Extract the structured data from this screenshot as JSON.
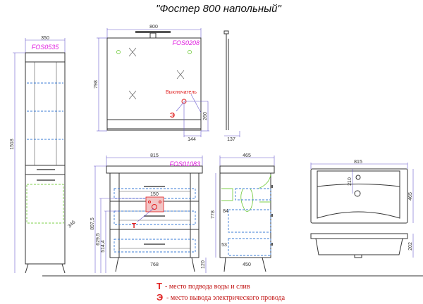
{
  "title": "\"Фостер 800 напольный\"",
  "column_cabinet": {
    "code": "FOS0535",
    "width": "350",
    "height": "1518",
    "depth": "346"
  },
  "mirror": {
    "code": "FOS0208",
    "width": "800",
    "height": "798",
    "switch_label": "Выключатель",
    "switch_height": "260",
    "switch_offset": "144",
    "depth": "137",
    "marker": "Э"
  },
  "vanity": {
    "code": "FOS01083",
    "width": "815",
    "height_total": "897,5",
    "h2": "629,5",
    "h3": "514,4",
    "panel_width": "150",
    "inner_width": "768",
    "leg_height": "120",
    "marker": "Т"
  },
  "vanity_side": {
    "depth": "465",
    "height": "778",
    "d1": "84",
    "d2": "53",
    "inner_depth": "450"
  },
  "basin": {
    "width": "815",
    "depth": "465",
    "tap_offset": "210",
    "height": "202"
  },
  "legend": [
    {
      "symbol": "Т",
      "text": "- место подвода воды и слив"
    },
    {
      "symbol": "Э",
      "text": "- место вывода электрического провода"
    }
  ]
}
